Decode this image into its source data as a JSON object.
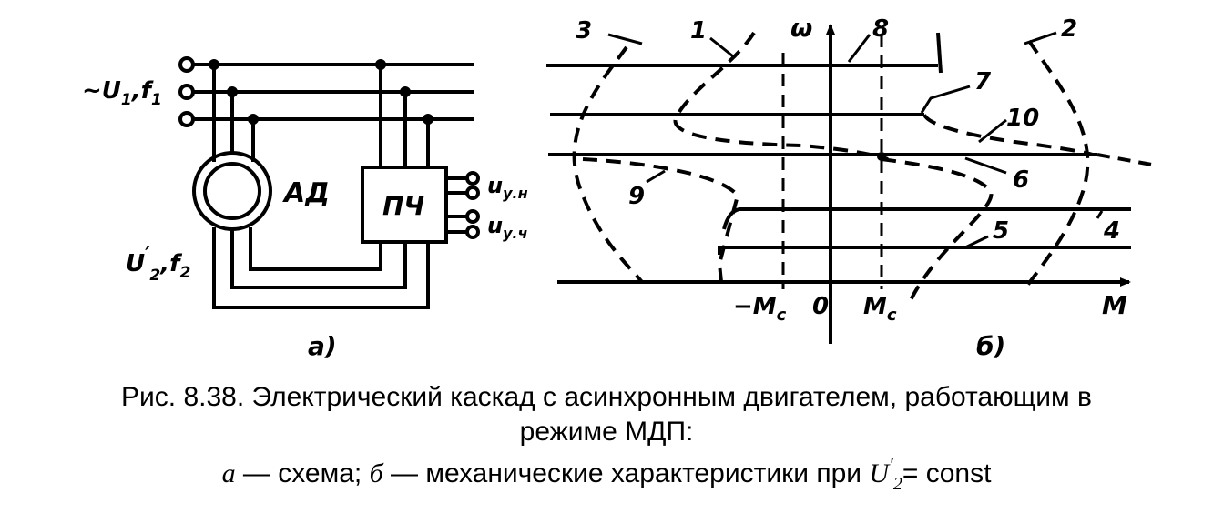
{
  "scheme": {
    "supply_label": "~U",
    "supply_sub1": "1",
    "supply_sep": ",f",
    "supply_sub2": "1",
    "motor_label": "АД",
    "converter_label": "ПЧ",
    "control_h": "u",
    "control_h_sub": "у.н",
    "control_ch": "u",
    "control_ch_sub": "у.ч",
    "rotor_label": "U",
    "rotor_prime": "′",
    "rotor_sub1": "2",
    "rotor_sep": ",f",
    "rotor_sub2": "2",
    "sublabel": "а)"
  },
  "characteristics": {
    "y_axis_label": "ω",
    "x_axis_label": "M",
    "tick_neg_mc": "−M",
    "tick_neg_mc_sub": "c",
    "tick_zero": "0",
    "tick_mc": "M",
    "tick_mc_sub": "c",
    "curve_labels": [
      "1",
      "2",
      "3",
      "4",
      "5",
      "6",
      "7",
      "8",
      "9",
      "10"
    ],
    "sublabel": "б)"
  },
  "caption": {
    "line1": "Рис. 8.38. Электрический каскад с асинхронным двигателем, работающим в",
    "line2": "режиме МДП:",
    "line3_a": "а",
    "line3_mid1": " — схема; ",
    "line3_b": "б",
    "line3_mid2": " — механические характеристики при ",
    "line3_u": "U",
    "line3_u_sup": "′",
    "line3_u_sub": "2",
    "line3_end": "= const"
  }
}
